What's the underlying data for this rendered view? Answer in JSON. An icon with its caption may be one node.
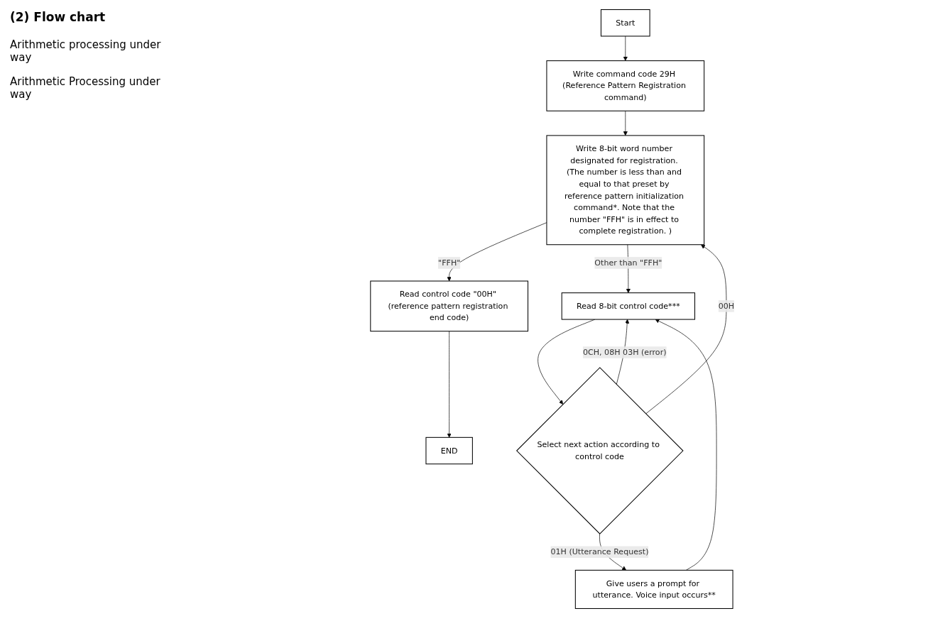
{
  "diagram": {
    "title": "(2) Flow chart",
    "nodes": [
      {
        "text": [
          "Start"
        ]
      },
      {
        "text": [
          "Write command code 29H (Reference Pattern Registration command)"
        ]
      },
      {
        "text": [
          "Write 8-bit word number designated for registration. (The number is less than and equal to that preset by reference pattern initialization command*. Note that the number \"FFH\" is in effect to complete registration. )"
        ]
      },
      {
        "text": [
          "Read control code \"00H\" (reference pattern registration end code)"
        ]
      },
      {
        "text": [
          "Read 8-bit control code***"
        ]
      },
      {
        "text": [
          "Select next action according to control code"
        ]
      },
      {
        "text": [
          "Give users a prompt for utterance. Voice input occurs**"
        ]
      },
      {
        "text": [
          "END"
        ]
      }
    ],
    "edges": [
      {
        "from": 0,
        "to": 1,
        "arrow": "to"
      },
      {
        "from": 1,
        "to": 2,
        "arrow": "to"
      },
      {
        "from": 2,
        "to": 3,
        "arrow": "to",
        "label": "\"FFH\""
      },
      {
        "from": 2,
        "to": 4,
        "arrow": "to",
        "label": "Other than \"FFH\""
      },
      {
        "from": 4,
        "to": 5,
        "arrow": "to"
      },
      {
        "from": 5,
        "to": 2,
        "arrow": "to",
        "label": "00H"
      },
      {
        "from": 5,
        "to": 4,
        "arrow": "to",
        "label": "0CH, 08H 03H (error)"
      },
      {
        "from": 5,
        "to": 6,
        "arrow": "to",
        "label": "01H (Utterance Request)"
      },
      {
        "from": 6,
        "to": 4,
        "arrow": "to"
      },
      {
        "from": 3,
        "to": 7,
        "arrow": "to"
      }
    ],
    "labels": [
      "Arithmetic processing under way",
      "Arithmetic Processing under way"
    ]
  }
}
